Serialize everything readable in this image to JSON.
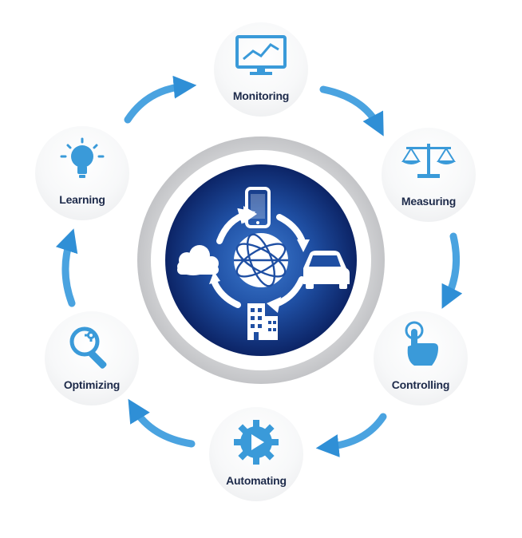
{
  "diagram": {
    "steps": [
      {
        "id": "monitoring",
        "label": "Monitoring",
        "icon": "monitor-chart-icon"
      },
      {
        "id": "measuring",
        "label": "Measuring",
        "icon": "balance-scale-icon"
      },
      {
        "id": "controlling",
        "label": "Controlling",
        "icon": "pointing-hand-icon"
      },
      {
        "id": "automating",
        "label": "Automating",
        "icon": "gear-play-icon"
      },
      {
        "id": "optimizing",
        "label": "Optimizing",
        "icon": "magnifier-gear-icon"
      },
      {
        "id": "learning",
        "label": "Learning",
        "icon": "lightbulb-icon"
      }
    ],
    "hub": {
      "icons": [
        "smartphone-icon",
        "car-icon",
        "buildings-icon",
        "cloud-icon",
        "globe-icon",
        "cycle-arrows-icon"
      ]
    },
    "colors": {
      "accent": "#3a9ad9",
      "label": "#1d2a4a",
      "hub_dark": "#0d2a6e",
      "hub_light": "#2a64b8",
      "ring": "#cfd0d2"
    }
  }
}
